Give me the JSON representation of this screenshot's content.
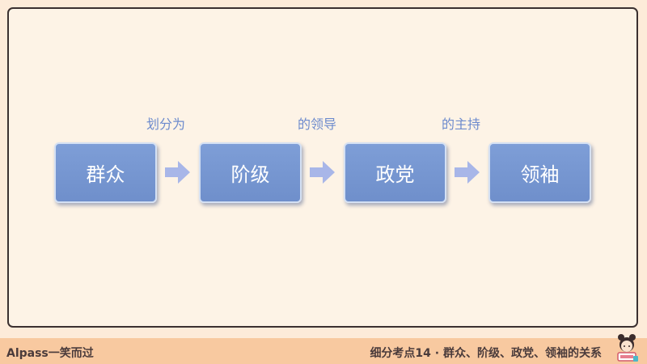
{
  "nodes": [
    {
      "label": "群众"
    },
    {
      "label": "阶级"
    },
    {
      "label": "政党"
    },
    {
      "label": "领袖"
    }
  ],
  "relations": [
    {
      "label": "划分为"
    },
    {
      "label": "的领导"
    },
    {
      "label": "的主持"
    }
  ],
  "footer": {
    "brand": "Alpass一笑而过",
    "caption": "细分考点14 · 群众、阶级、政党、领袖的关系"
  },
  "colors": {
    "node_fill": "#7595d0",
    "arrow": "#a8b6e8",
    "relation_text": "#6d8bcd",
    "footer_bg": "#f8c9a0",
    "panel_bg": "#fdf3e6"
  }
}
